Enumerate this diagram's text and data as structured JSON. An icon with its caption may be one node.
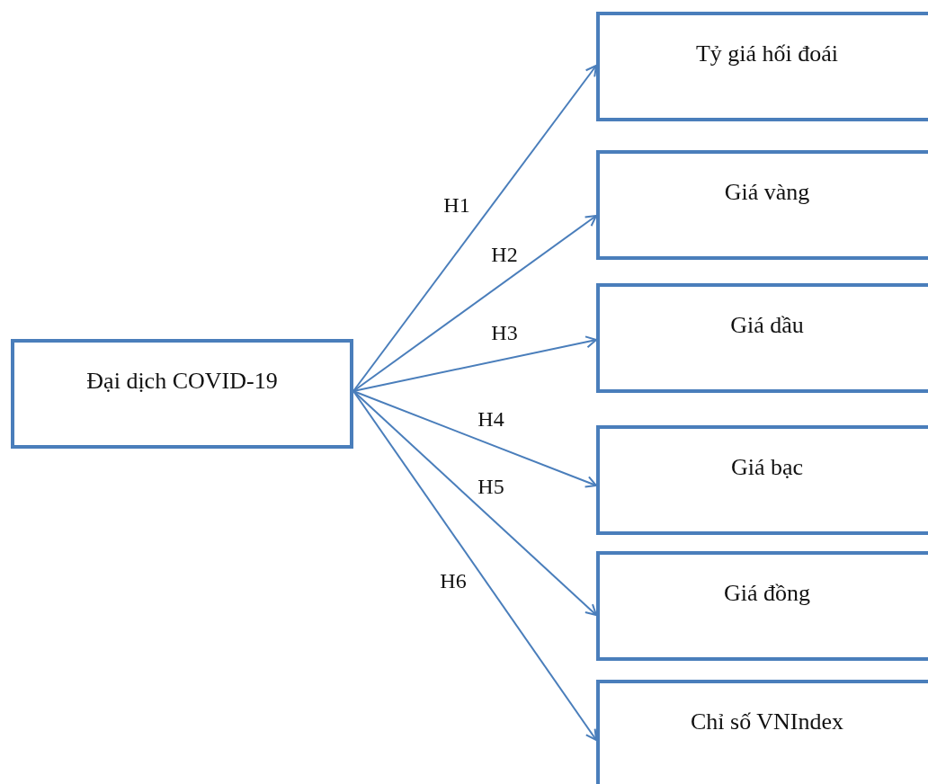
{
  "diagram": {
    "nodes": [
      {
        "text": [
          "Đại dịch COVID-19"
        ]
      },
      {
        "text": [
          "Tỷ giá hối đoái"
        ]
      },
      {
        "text": [
          "Giá vàng"
        ]
      },
      {
        "text": [
          "Giá dầu"
        ]
      },
      {
        "text": [
          "Giá bạc"
        ]
      },
      {
        "text": [
          "Giá đồng"
        ]
      },
      {
        "text": [
          "Chỉ số VNIndex"
        ]
      }
    ],
    "edges": [
      {
        "from": 0,
        "to": 1,
        "arrow": "to",
        "label": "H1"
      },
      {
        "from": 0,
        "to": 2,
        "arrow": "to",
        "label": "H2"
      },
      {
        "from": 0,
        "to": 3,
        "arrow": "to",
        "label": "H3"
      },
      {
        "from": 0,
        "to": 4,
        "arrow": "to",
        "label": "H4"
      },
      {
        "from": 0,
        "to": 5,
        "arrow": "to",
        "label": "H5"
      },
      {
        "from": 0,
        "to": 6,
        "arrow": "to",
        "label": "H6"
      }
    ]
  }
}
